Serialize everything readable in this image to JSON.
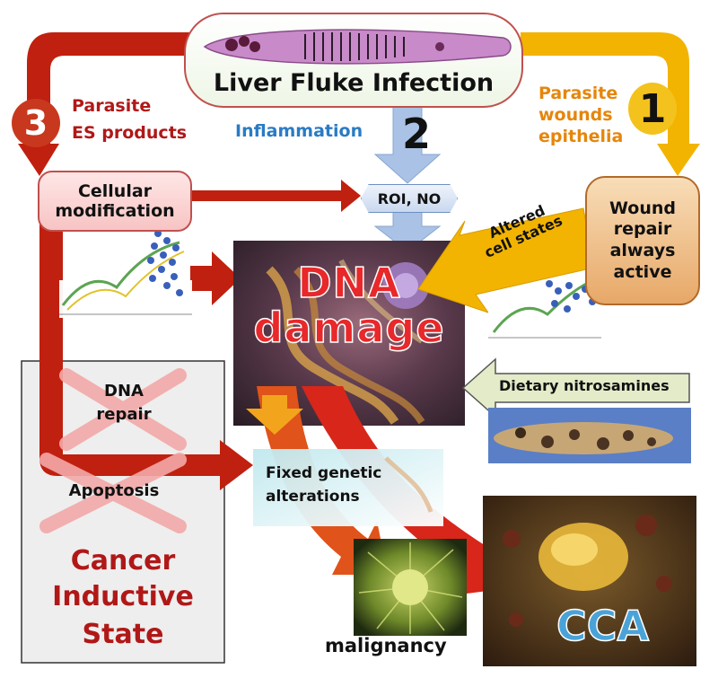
{
  "title": "Liver Fluke Infection",
  "step1": {
    "number": "1",
    "label_line1": "Parasite",
    "label_line2": "wounds",
    "label_line3": "epithelia"
  },
  "step2": {
    "number": "2",
    "label": "Inflammation"
  },
  "step3": {
    "number": "3",
    "label_line1": "Parasite",
    "label_line2": "ES products"
  },
  "cellular_modification": {
    "line1": "Cellular",
    "line2": "modification"
  },
  "roi_no": "ROI, NO",
  "wound_repair": {
    "line1": "Wound",
    "line2": "repair",
    "line3": "always",
    "line4": "active"
  },
  "altered_cell_states": {
    "line1": "Altered",
    "line2": "cell states"
  },
  "dna_damage": {
    "line1": "DNA",
    "line2": "damage"
  },
  "dietary_nitrosamines": "Dietary nitrosamines",
  "dna_repair": {
    "line1": "DNA",
    "line2": "repair"
  },
  "apoptosis": "Apoptosis",
  "cancer_inductive_state": {
    "line1": "Cancer",
    "line2": "Inductive",
    "line3": "State"
  },
  "fixed_genetic_alterations": {
    "line1": "Fixed genetic",
    "line2": "alterations"
  },
  "malignancy": "malignancy",
  "cca": "CCA",
  "colors": {
    "red_arrow": "#c0200f",
    "yellow_arrow": "#f2b400",
    "blue_arrow": "#a9c2e6",
    "dark_red_text": "#b01818",
    "orange_text": "#e5860c",
    "blue_text": "#2a7bc4"
  }
}
